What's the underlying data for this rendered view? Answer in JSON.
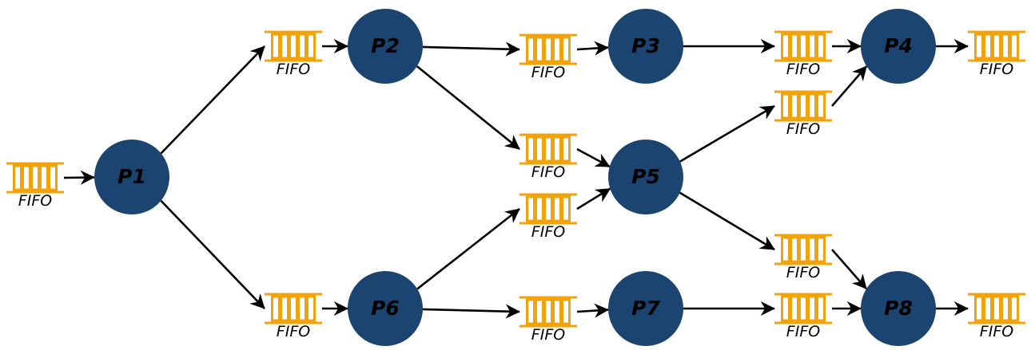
{
  "colors": {
    "node_fill": "#1b4470",
    "fifo_stroke": "#f0a30a",
    "edge": "#000000"
  },
  "nodes": [
    {
      "id": "P1",
      "label": "P1"
    },
    {
      "id": "P2",
      "label": "P2"
    },
    {
      "id": "P3",
      "label": "P3"
    },
    {
      "id": "P4",
      "label": "P4"
    },
    {
      "id": "P5",
      "label": "P5"
    },
    {
      "id": "P6",
      "label": "P6"
    },
    {
      "id": "P7",
      "label": "P7"
    },
    {
      "id": "P8",
      "label": "P8"
    }
  ],
  "fifos": [
    {
      "id": "in-p1",
      "label": "FIFO"
    },
    {
      "id": "p1-p2",
      "label": "FIFO"
    },
    {
      "id": "p1-p6",
      "label": "FIFO"
    },
    {
      "id": "p2-p3",
      "label": "FIFO"
    },
    {
      "id": "p2-p5",
      "label": "FIFO"
    },
    {
      "id": "p6-p5",
      "label": "FIFO"
    },
    {
      "id": "p6-p7",
      "label": "FIFO"
    },
    {
      "id": "p3-p4",
      "label": "FIFO"
    },
    {
      "id": "p5-p4",
      "label": "FIFO"
    },
    {
      "id": "p5-p8",
      "label": "FIFO"
    },
    {
      "id": "p7-p8",
      "label": "FIFO"
    },
    {
      "id": "p4-out",
      "label": "FIFO"
    },
    {
      "id": "p8-out",
      "label": "FIFO"
    }
  ],
  "edges": [
    {
      "from": "in-p1",
      "to": "P1"
    },
    {
      "from": "P1",
      "to": "p1-p2"
    },
    {
      "from": "P1",
      "to": "p1-p6"
    },
    {
      "from": "p1-p2",
      "to": "P2"
    },
    {
      "from": "p1-p6",
      "to": "P6"
    },
    {
      "from": "P2",
      "to": "p2-p3"
    },
    {
      "from": "P2",
      "to": "p2-p5"
    },
    {
      "from": "P6",
      "to": "p6-p5"
    },
    {
      "from": "P6",
      "to": "p6-p7"
    },
    {
      "from": "p2-p3",
      "to": "P3"
    },
    {
      "from": "p2-p5",
      "to": "P5"
    },
    {
      "from": "p6-p5",
      "to": "P5"
    },
    {
      "from": "p6-p7",
      "to": "P7"
    },
    {
      "from": "P3",
      "to": "p3-p4"
    },
    {
      "from": "P5",
      "to": "p5-p4"
    },
    {
      "from": "P5",
      "to": "p5-p8"
    },
    {
      "from": "P7",
      "to": "p7-p8"
    },
    {
      "from": "p3-p4",
      "to": "P4"
    },
    {
      "from": "p5-p4",
      "to": "P4"
    },
    {
      "from": "p5-p8",
      "to": "P8"
    },
    {
      "from": "p7-p8",
      "to": "P8"
    },
    {
      "from": "P4",
      "to": "p4-out"
    },
    {
      "from": "P8",
      "to": "p8-out"
    }
  ]
}
